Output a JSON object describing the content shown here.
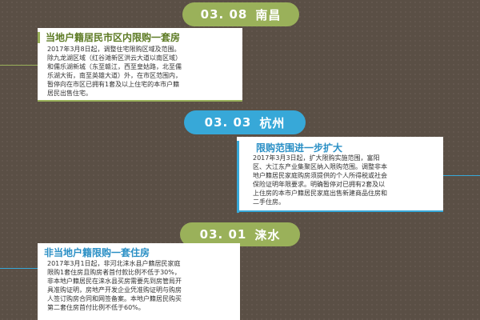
{
  "sections": [
    {
      "date": "03. 08",
      "city": "南昌",
      "heading": "当地户籍居民市区内限购一套房",
      "body": "2017年3月8日起，调整住宅限购区域及范围。\n除九龙湖区域（红谷滩新区洪云大道以南区域）\n和儒乐湖新城（东至赣江，西至皇姑路，北至儒\n乐湖大街，南至英雄大道）外，在市区范围内，\n暂停向在市区已拥有1套及以上住宅的本市户籍\n居民出售住宅。",
      "accent": "#9ab15a"
    },
    {
      "date": "03. 03",
      "city": "杭州",
      "heading": "限购范围进一步扩大",
      "body": "2017年3月3日起，扩大限购实施范围，富阳\n区、大江东产业集聚区纳入限购范围。调整非本\n地户籍居民家庭购房须提供的个人所得税或社会\n保险证明年限要求。明确暂停对已拥有2套及以\n上住房的本市户籍居民家庭出售新建商品住房和\n二手住房。",
      "accent": "#37a8d8"
    },
    {
      "date": "03. 01",
      "city": "涞水",
      "heading": "非当地户籍限购一套住房",
      "body": "2017年3月1日起，非河北涞水县户籍居民家庭\n限购1套住房且购房者首付款比例不低于30%，\n非本地户籍居民在涞水县买房需要先到房管局开\n具准购证明，房地产开发企业凭准购证明与购房\n人签订购房合同和网签备案。本地户籍居民购买\n第二套住房首付比例不低于60%。",
      "accent": "#9ab15a"
    }
  ]
}
